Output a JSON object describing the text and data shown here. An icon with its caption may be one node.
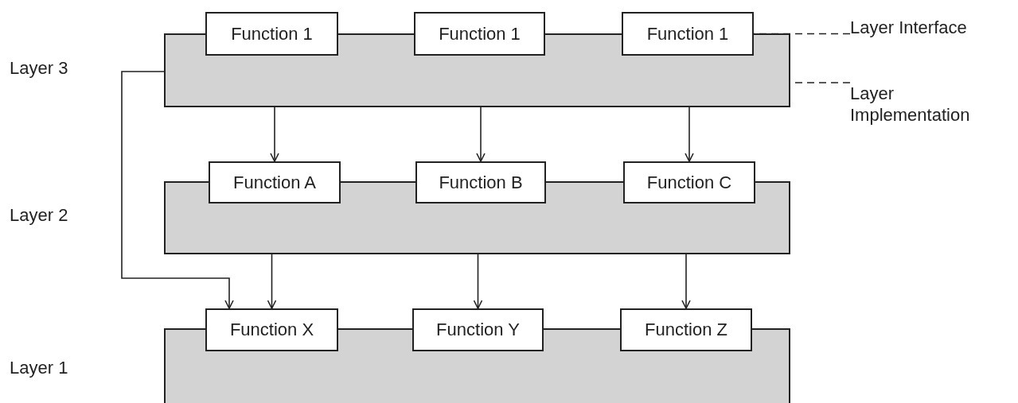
{
  "diagram": {
    "nodes": [
      {
        "text": [],
        "shape": "box"
      },
      {
        "text": [
          "Function 1"
        ]
      },
      {
        "text": [
          "Function 1"
        ]
      },
      {
        "text": [
          "Function 1"
        ]
      },
      {
        "text": [],
        "shape": "box"
      },
      {
        "text": [
          "Function A"
        ]
      },
      {
        "text": [
          "Function B"
        ]
      },
      {
        "text": [
          "Function C"
        ]
      },
      {
        "text": [],
        "shape": "box"
      },
      {
        "text": [
          "Function X"
        ]
      },
      {
        "text": [
          "Function Y"
        ]
      },
      {
        "text": [
          "Function Z"
        ]
      },
      {
        "text": [
          "Layer Interface"
        ]
      },
      {
        "text": [
          "Layer Implementation"
        ]
      }
    ],
    "edges": [
      {
        "from": 0,
        "to": 5,
        "arrow": "to"
      },
      {
        "from": 0,
        "to": 6,
        "arrow": "to"
      },
      {
        "from": 0,
        "to": 7,
        "arrow": "to"
      },
      {
        "from": 0,
        "to": 9,
        "arrow": "to"
      },
      {
        "from": 4,
        "to": 9,
        "arrow": "to"
      },
      {
        "from": 4,
        "to": 10,
        "arrow": "to"
      },
      {
        "from": 4,
        "to": 11,
        "arrow": "to"
      },
      {
        "from": 12,
        "to": 3,
        "arrow": "none",
        "style": "dashed"
      },
      {
        "from": 13,
        "to": 0,
        "arrow": "none",
        "style": "dashed"
      }
    ],
    "labels": [
      "Layer 3",
      "Layer 2",
      "Layer 1"
    ]
  }
}
